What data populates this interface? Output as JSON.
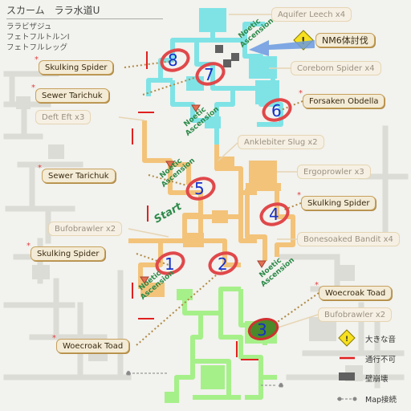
{
  "header": {
    "title": "スカーム　ララ水道U",
    "mobs": [
      "ララビザジュ",
      "フェトフルトルンI",
      "フェトフルレッグ"
    ]
  },
  "nm_callout": "NM6体討伐",
  "start_label": "Start",
  "ascension_label": [
    "Noetic",
    "Ascension"
  ],
  "markers": [
    "1",
    "2",
    "3",
    "4",
    "5",
    "6",
    "7",
    "8"
  ],
  "labels": {
    "aquifer_leech": "Aquifer Leech x4",
    "coreborn_spider": "Coreborn Spider x4",
    "forsaken_obdella": "Forsaken Obdella",
    "skulking_spider_8": "Skulking Spider",
    "sewer_tarichuk_7": "Sewer Tarichuk",
    "deft_eft": "Deft Eft x3",
    "anklebiter_slug": "Anklebiter Slug x2",
    "ergoprowler": "Ergoprowler x3",
    "sewer_tarichuk_5": "Sewer Tarichuk",
    "skulking_spider_4": "Skulking Spider",
    "bufobrawler_upper": "Bufobrawler x2",
    "bonesoaked_bandit": "Bonesoaked Bandit x4",
    "skulking_spider_1": "Skulking Spider",
    "woecroak_toad_3": "Woecroak Toad",
    "bufobrawler_lower": "Bufobrawler x2",
    "woecroak_toad_2": "Woecroak Toad"
  },
  "legend": {
    "loud_sound": "大きな音",
    "impassable": "通行不可",
    "wall_break": "壁崩壊",
    "map_connect": "Map接続"
  },
  "colors": {
    "cyan_zone": "#7fe3e6",
    "orange_zone": "#f3c37a",
    "green_zone": "#a6f08a",
    "grey_zone": "#dcdcd6",
    "impassable": "#e02020",
    "ascension_text": "#2d8a4a"
  }
}
